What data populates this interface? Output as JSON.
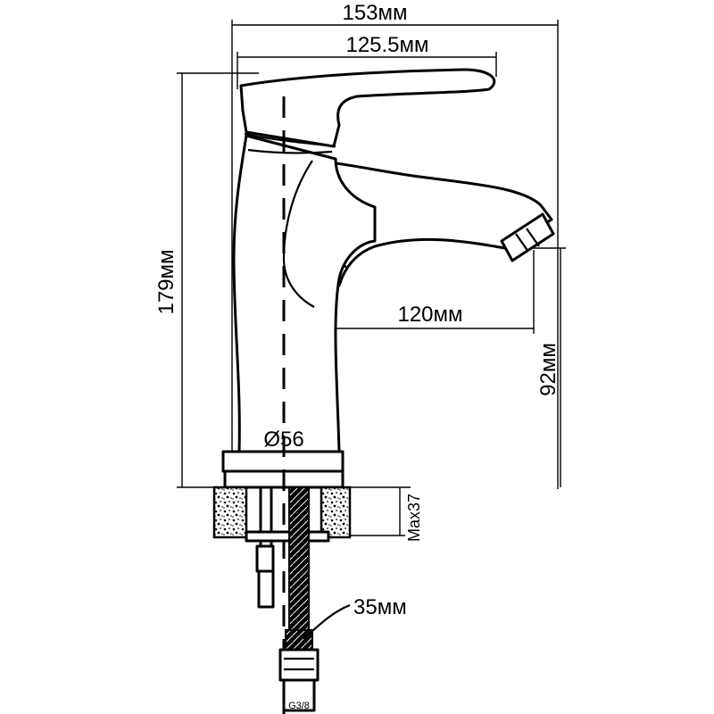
{
  "dimensions": {
    "overall_width": "153мм",
    "handle_width": "125.5мм",
    "overall_height": "179мм",
    "spout_reach": "120мм",
    "spout_height": "92мм",
    "base_diameter": "Ø56",
    "max_thickness": "Max37",
    "hole_size": "35мм",
    "thread": "G3/8"
  },
  "colors": {
    "line": "#000000",
    "background": "#ffffff"
  }
}
